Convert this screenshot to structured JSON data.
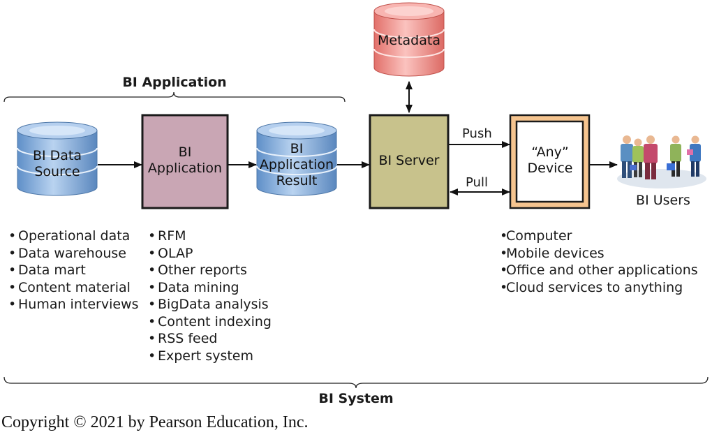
{
  "nodes": {
    "data_source": "BI Data Source",
    "application": "BI Application",
    "application_result": "BI Application Result",
    "server": "BI Server",
    "metadata": "Metadata",
    "device": "“Any” Device",
    "users": "BI Users"
  },
  "edges": {
    "push": "Push",
    "pull": "Pull"
  },
  "brackets": {
    "bi_application": "BI Application",
    "bi_system": "BI System"
  },
  "lists": {
    "sources": [
      "Operational data",
      "Data warehouse",
      "Data mart",
      "Content material",
      "Human interviews"
    ],
    "applications": [
      "RFM",
      "OLAP",
      "Other reports",
      "Data mining",
      "BigData analysis",
      "Content indexing",
      "RSS feed",
      "Expert system"
    ],
    "devices": [
      "Computer",
      "Mobile devices",
      "Office and other applications",
      "Cloud services to anything"
    ]
  },
  "copyright": "Copyright © 2021 by Pearson Education, Inc.",
  "colors": {
    "cylinder_blue": "#8db4e0",
    "cylinder_pink": "#f2938e",
    "application_box": "#c9a6b4",
    "server_box": "#c8c28c",
    "device_frame": "#f5c48f"
  }
}
